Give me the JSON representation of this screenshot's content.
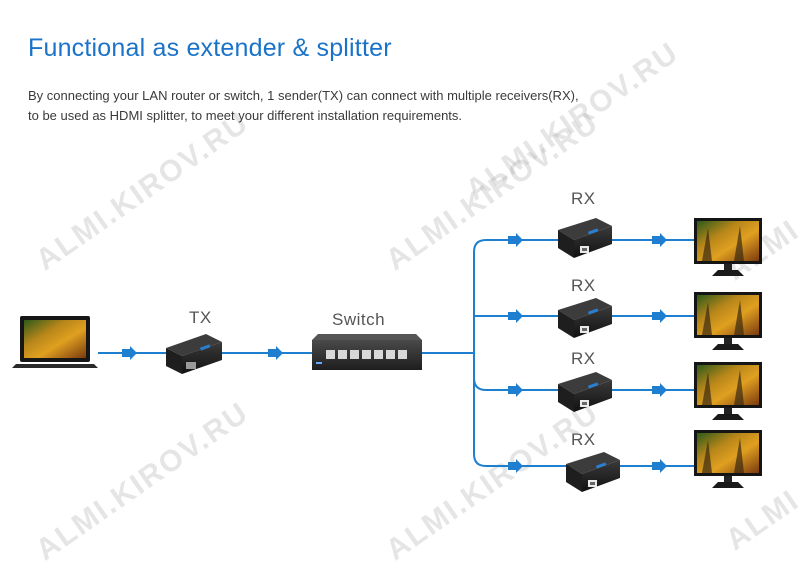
{
  "title": "Functional as extender & splitter",
  "description": [
    "By connecting your LAN router or switch, 1 sender(TX) can connect with multiple receivers(RX),",
    "to be used as HDMI splitter, to meet your different installation requirements."
  ],
  "labels": {
    "tx": "TX",
    "switch": "Switch",
    "rx": [
      "RX",
      "RX",
      "RX",
      "RX"
    ]
  },
  "watermark": "ALMI.KIROV.RU",
  "colors": {
    "title": "#1a73c8",
    "line": "#1e7fd0",
    "device": "#1c1c1c",
    "switch": "#2e2e2e"
  },
  "icons": [
    "laptop-icon",
    "tx-sender-icon",
    "network-switch-icon",
    "rx-receiver-icon",
    "monitor-icon"
  ]
}
